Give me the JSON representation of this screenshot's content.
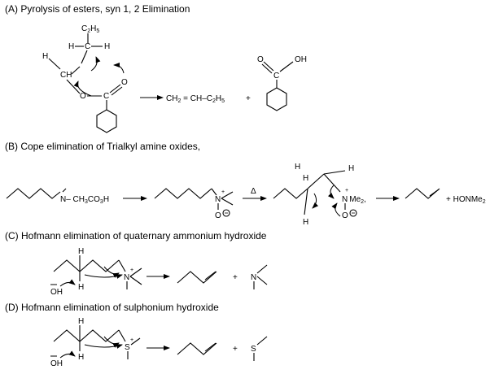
{
  "headings": {
    "a": "(A) Pyrolysis of esters, syn 1, 2 Elimination",
    "b": "(B) Cope elimination of Trialkyl amine oxides,",
    "c": "(C) Hofmann elimination of quaternary ammonium hydroxide",
    "d": "(D) Hofmann elimination of sulphonium hydroxide"
  },
  "section_a": {
    "c2h5": "C2H5",
    "h1": "H",
    "c": "C",
    "h2": "H",
    "h_left": "H",
    "ch": "CH",
    "o_ester": "O",
    "c_carbonyl": "C",
    "o_carbonyl": "O",
    "product_alkene": "CH2 = CH–C2H5",
    "plus": "+",
    "acid_o": "O",
    "acid_c": "C",
    "acid_oh": "OH"
  },
  "section_b": {
    "reagent": "N– CH3CO3H",
    "n_plus": "N",
    "o_minus": "O",
    "delta": "Δ",
    "ts_h1": "H",
    "ts_h2": "H",
    "ts_h3": "H",
    "ts_h4": "H",
    "ts_n": "N",
    "ts_me": "Me",
    "ts_o": "O",
    "product_plus": "+ HONMe",
    "product_sub": "2"
  },
  "section_c": {
    "h_top": "H",
    "h_beta": "H",
    "n": "N",
    "oh": "OH",
    "plus": "+",
    "n_product": "N"
  },
  "section_d": {
    "h_top": "H",
    "h_beta": "H",
    "s": "S",
    "oh": "OH",
    "plus": "+",
    "s_product": "S"
  }
}
